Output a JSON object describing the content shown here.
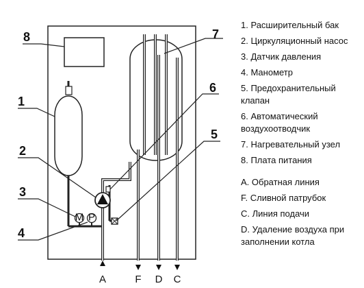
{
  "diagram": {
    "callouts": [
      "8",
      "7",
      "1",
      "6",
      "2",
      "5",
      "3",
      "4"
    ],
    "pipe_letters": [
      "A",
      "F",
      "D",
      "C"
    ],
    "gauge_letters": [
      "M",
      "P"
    ]
  },
  "legend": {
    "components": [
      "1. Расширительный бак",
      "2. Циркуляционный насос",
      "3. Датчик давления",
      "4. Манометр",
      "5. Предохранительный клапан",
      "6. Автоматический воздухоотводчик",
      "7. Нагревательный узел",
      "8. Плата питания"
    ],
    "pipes": [
      "A. Обратная линия",
      "F. Сливной патрубок",
      "C. Линия подачи",
      "D. Удаление воздуха при заполнении котла"
    ]
  }
}
